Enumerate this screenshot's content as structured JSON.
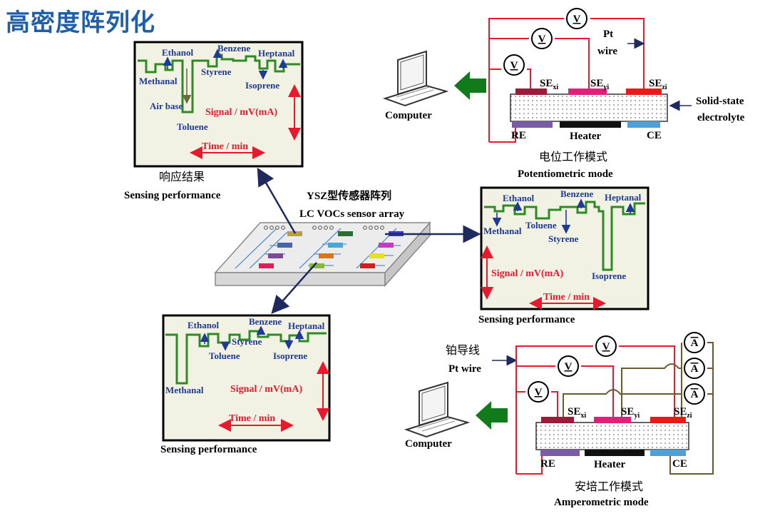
{
  "title": "高密度阵列化",
  "center": {
    "title_cn": "YSZ型传感器阵列",
    "title_en": "LC VOCs sensor array"
  },
  "panels": {
    "top_left": {
      "caption_cn": "响应结果",
      "caption_en": "Sensing performance",
      "signal": "Signal / mV(mA)",
      "time": "Time / min",
      "labels": [
        "Ethanol",
        "Benzene",
        "Heptanal",
        "Methanal",
        "Styrene",
        "Isoprene",
        "Air base",
        "Toluene"
      ]
    },
    "right": {
      "caption_en": "Sensing performance",
      "signal": "Signal / mV(mA)",
      "time": "Time / min",
      "labels": [
        "Ethanol",
        "Benzene",
        "Heptanal",
        "Methanal",
        "Toluene",
        "Styrene",
        "Isoprene"
      ]
    },
    "bottom_left": {
      "caption_en": "Sensing performance",
      "signal": "Signal / mV(mA)",
      "time": "Time / min",
      "labels": [
        "Ethanol",
        "Benzene",
        "Heptanal",
        "Styrene",
        "Toluene",
        "Isoprene",
        "Methanal"
      ]
    }
  },
  "potentiometric": {
    "mode_cn": "电位工作模式",
    "mode_en": "Potentiometric mode",
    "computer": "Computer",
    "wire": [
      "Pt",
      "wire"
    ],
    "electrolyte": [
      "Solid-state",
      "electrolyte"
    ],
    "heater": "Heater",
    "re": "RE",
    "ce": "CE",
    "se_base": "SE",
    "se_subs": [
      "xi",
      "yi",
      "zi"
    ],
    "meter": "V"
  },
  "amperometric": {
    "mode_cn": "安培工作模式",
    "mode_en": "Amperometric mode",
    "computer": "Computer",
    "wire_cn": "铂导线",
    "wire_en": "Pt wire",
    "heater": "Heater",
    "re": "RE",
    "ce": "CE",
    "se_base": "SE",
    "se_subs": [
      "xi",
      "yi",
      "zi"
    ],
    "meter_v": "V",
    "meter_a": "A"
  },
  "colors": {
    "title": "#1f5fa8",
    "trace": "#2e8b22",
    "signal": "#e8192c",
    "label": "#1f3a93",
    "wire_red": "#e8192c",
    "wire_olive": "#6b5a2e",
    "arrow_green": "#117a1a",
    "panel_bg": "#f1f1e4"
  }
}
